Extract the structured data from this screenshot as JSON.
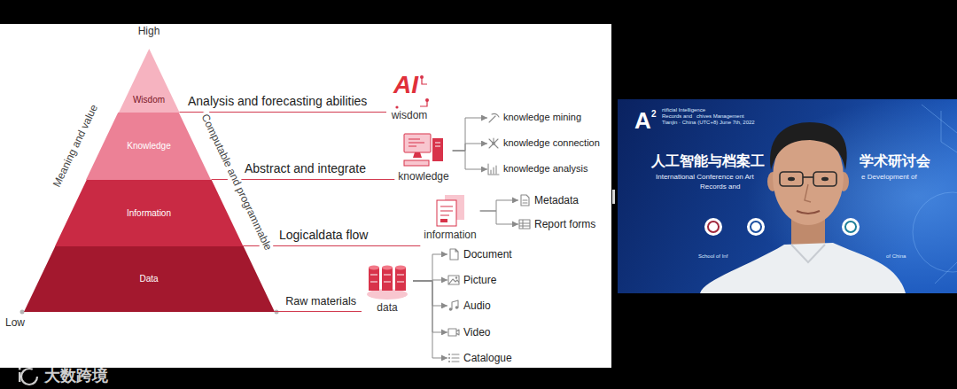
{
  "diagram": {
    "nodes": [
      {
        "text": [
          "Wisdom"
        ]
      },
      {
        "text": [
          "Knowledge"
        ]
      },
      {
        "text": [
          "Information"
        ]
      },
      {
        "text": [
          "Data"
        ]
      },
      {
        "text": [
          "wisdom"
        ]
      },
      {
        "text": [
          "knowledge"
        ]
      },
      {
        "text": [
          "information"
        ]
      },
      {
        "text": [
          "data"
        ]
      },
      {
        "text": [
          "knowledge mining"
        ]
      },
      {
        "text": [
          "knowledge connection"
        ]
      },
      {
        "text": [
          "knowledge analysis"
        ]
      },
      {
        "text": [
          "Metadata"
        ]
      },
      {
        "text": [
          "Report forms"
        ]
      },
      {
        "text": [
          "Document"
        ]
      },
      {
        "text": [
          "Picture"
        ]
      },
      {
        "text": [
          "Audio"
        ]
      },
      {
        "text": [
          "Video"
        ]
      },
      {
        "text": [
          "Catalogue"
        ]
      }
    ],
    "edges": [
      {
        "from": 0,
        "to": 4,
        "arrow": "none",
        "label": "Analysis and forecasting abilities"
      },
      {
        "from": 1,
        "to": 5,
        "arrow": "none",
        "label": "Abstract and integrate"
      },
      {
        "from": 2,
        "to": 6,
        "arrow": "none",
        "label": "Logicaldata flow"
      },
      {
        "from": 3,
        "to": 7,
        "arrow": "none",
        "label": "Raw materials"
      },
      {
        "from": 5,
        "to": 8,
        "arrow": "to"
      },
      {
        "from": 5,
        "to": 9,
        "arrow": "to"
      },
      {
        "from": 5,
        "to": 10,
        "arrow": "to"
      },
      {
        "from": 6,
        "to": 11,
        "arrow": "to"
      },
      {
        "from": 6,
        "to": 12,
        "arrow": "to"
      },
      {
        "from": 7,
        "to": 13,
        "arrow": "to"
      },
      {
        "from": 7,
        "to": 14,
        "arrow": "to"
      },
      {
        "from": 7,
        "to": 15,
        "arrow": "to"
      },
      {
        "from": 7,
        "to": 16,
        "arrow": "to"
      },
      {
        "from": 7,
        "to": 17,
        "arrow": "to"
      }
    ],
    "labels": [
      "High",
      "Low",
      "Meaning and value",
      "Computable and programmable",
      "AI",
      "A",
      "2",
      "rtificial Intelligence",
      "Records and",
      "chives Management",
      "Tianjin · China (UTC+8) June 7th, 2022",
      "人工智能与档案工",
      "学术研讨会",
      "International Conference on Art",
      "e Development of",
      "Records and",
      "School of Inf",
      "of China",
      "大数跨境"
    ]
  }
}
